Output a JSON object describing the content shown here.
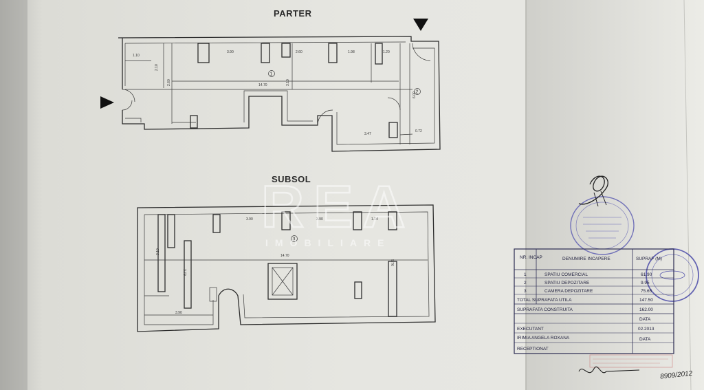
{
  "plans": {
    "ground": {
      "title": "PARTER",
      "room_1": "1",
      "room_2": "2",
      "dims": [
        "1.10",
        "2.10",
        "3.90",
        "2.60",
        "1.98",
        "1.20",
        "2.60",
        "3.10",
        "14.70",
        "6.00",
        "3.47",
        "0.72"
      ]
    },
    "basement": {
      "title": "SUBSOL",
      "room_3": "3",
      "dims": [
        "3.90",
        "3.90",
        "1.14",
        "3.10",
        "3.79",
        "14.70",
        "5.76",
        "3.90"
      ]
    }
  },
  "watermark": {
    "brand": "REA",
    "tagline": "IMOBILIARE"
  },
  "title_block": {
    "headers": [
      "NR.\nINCAP",
      "DENUMIRE\nINCAPERE",
      "SUPRAF\n(M)"
    ],
    "rows": [
      {
        "nr": "1",
        "name": "SPATIU COMERCIAL",
        "area": "61.90"
      },
      {
        "nr": "2",
        "name": "SPATIU DEPOZITARE",
        "area": "9.95"
      },
      {
        "nr": "3",
        "name": "CAMERA DEPOZITARE",
        "area": "75.65"
      }
    ],
    "total_label": "TOTAL SUPRAFATA UTILA",
    "total_value": "147.50",
    "built_label": "SUPRAFATA CONSTRUITA",
    "built_value": "162.00",
    "date_label": "DATA",
    "executed_label": "EXECUTANT",
    "executor_name": "IRIMIA ANGELA ROXANA",
    "executed_date": "02.2013",
    "received_label": "RECEPTIONAT",
    "received_date": "DATA"
  },
  "handwritten_ref": "8909/2012",
  "colors": {
    "paper": "#e4e4e0",
    "ink": "#2c2c2c",
    "stamp_blue": "#3c3c9a",
    "stamp_red": "#c86a6a"
  }
}
